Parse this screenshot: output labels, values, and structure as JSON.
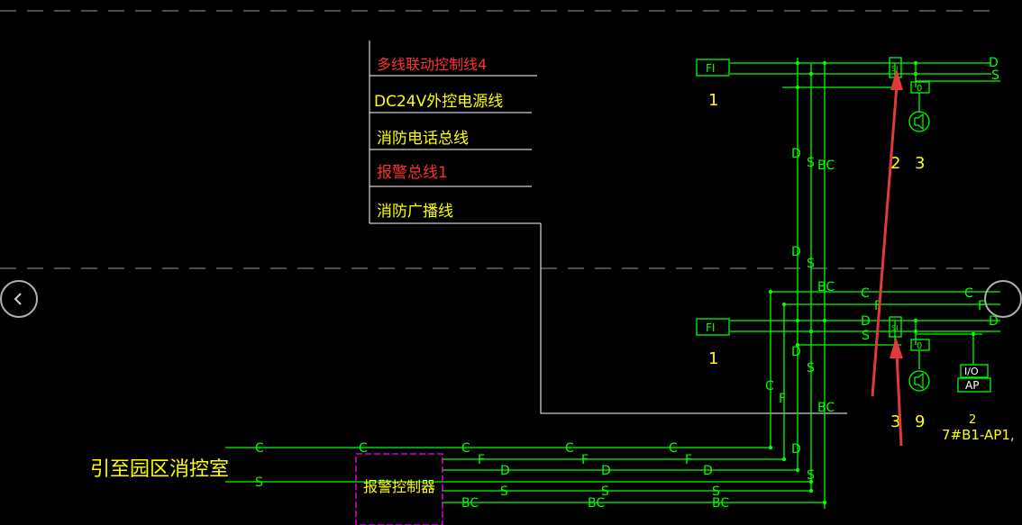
{
  "legend": {
    "multi_line_control": "多线联动控制线4",
    "dc24v_power": "DC24V外控电源线",
    "fire_phone_bus": "消防电话总线",
    "alarm_bus": "报警总线1",
    "fire_broadcast": "消防广播线"
  },
  "labels": {
    "to_control_room": "引至园区消控室",
    "alarm_controller": "报警控制器",
    "fi_upper": "FI",
    "fi_lower": "FI",
    "num_1_upper": "1",
    "num_1_lower": "1",
    "num_2_upper": "2",
    "num_3_upper": "3",
    "num_3_lower": "3",
    "num_9_lower": "9",
    "num_2_lower": "2",
    "si_upper": "SI",
    "si_lower": "SI",
    "o_upper": "0",
    "o_lower": "0",
    "io_box": "I/O",
    "ap_box": "AP",
    "panel_ref": "7#B1-AP1,",
    "line_C": "C",
    "line_F": "F",
    "line_D": "D",
    "line_S": "S",
    "line_BC": "BC"
  },
  "colors": {
    "background": "#000000",
    "wire_green": "#00ff00",
    "text_yellow": "#ffff00",
    "text_red": "#ff3030",
    "leader_white": "#ffffff",
    "controller_magenta": "#ff00ff",
    "arrow_red": "#e23a3a",
    "dash_gray": "#9a9a9a"
  },
  "icons": {
    "prev": "chevron-left-icon",
    "speaker": "speaker-icon"
  }
}
